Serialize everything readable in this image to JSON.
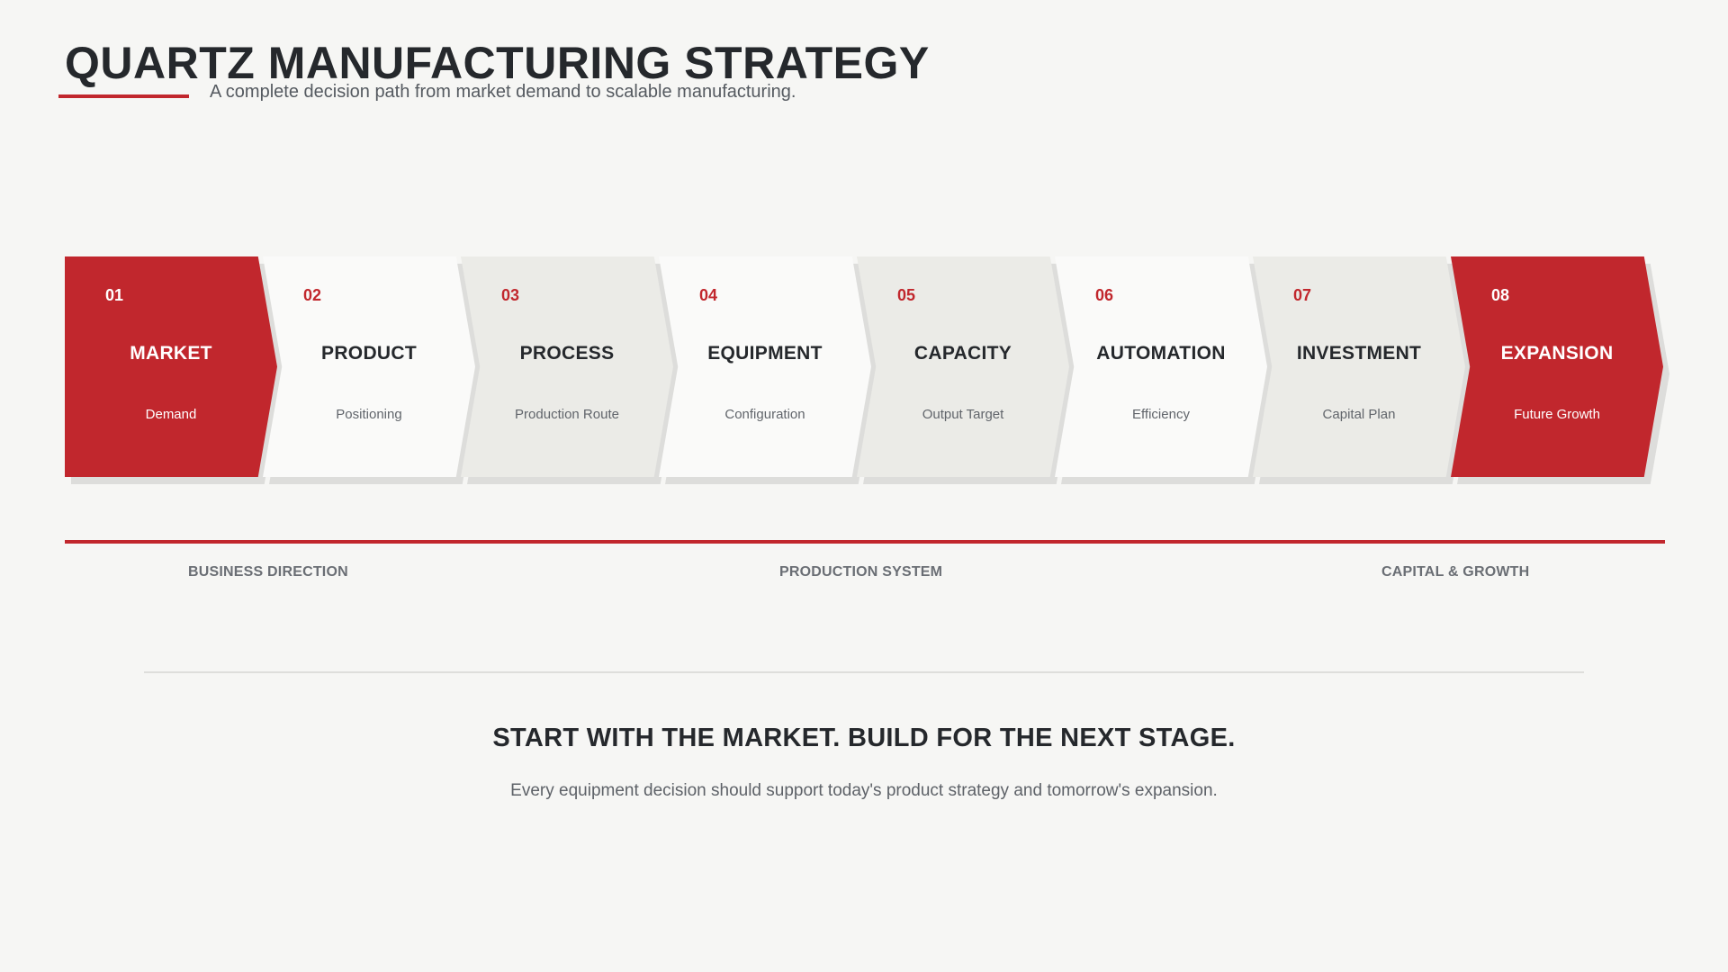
{
  "header": {
    "title": "QUARTZ MANUFACTURING STRATEGY",
    "subtitle": "A complete decision path from market demand to scalable manufacturing."
  },
  "steps": [
    {
      "number": "01",
      "name": "MARKET",
      "description": "Demand",
      "style": "red"
    },
    {
      "number": "02",
      "name": "PRODUCT",
      "description": "Positioning",
      "style": "white"
    },
    {
      "number": "03",
      "name": "PROCESS",
      "description": "Production Route",
      "style": "grey"
    },
    {
      "number": "04",
      "name": "EQUIPMENT",
      "description": "Configuration",
      "style": "white"
    },
    {
      "number": "05",
      "name": "CAPACITY",
      "description": "Output Target",
      "style": "grey"
    },
    {
      "number": "06",
      "name": "AUTOMATION",
      "description": "Efficiency",
      "style": "white"
    },
    {
      "number": "07",
      "name": "INVESTMENT",
      "description": "Capital Plan",
      "style": "grey"
    },
    {
      "number": "08",
      "name": "EXPANSION",
      "description": "Future Growth",
      "style": "red"
    }
  ],
  "phases": [
    {
      "label": "BUSINESS DIRECTION"
    },
    {
      "label": "PRODUCTION SYSTEM"
    },
    {
      "label": "CAPITAL & GROWTH"
    }
  ],
  "footer": {
    "headline": "START WITH THE MARKET. BUILD FOR THE NEXT STAGE.",
    "tagline": "Every equipment decision should support today's product strategy and tomorrow's expansion."
  },
  "colors": {
    "accent": "#c1272d",
    "background": "#f6f6f4",
    "text_dark": "#25282c"
  }
}
